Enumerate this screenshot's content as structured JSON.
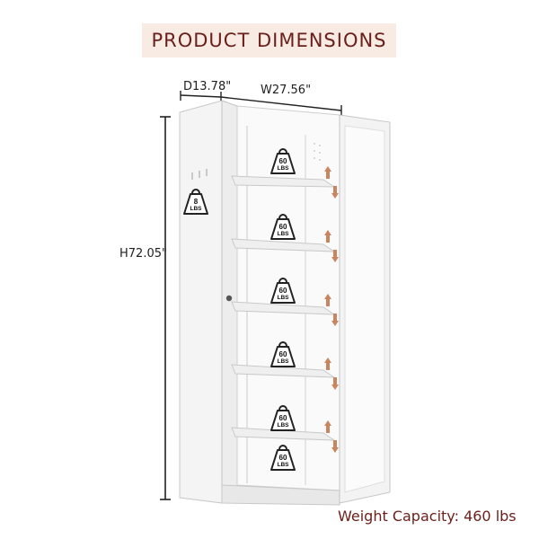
{
  "header": {
    "title": "PRODUCT DIMENSIONS"
  },
  "dimensions": {
    "depth": "D13.78\"",
    "width": "W27.56\"",
    "height": "H72.05\""
  },
  "door_hook_weight": {
    "value": "8",
    "unit": "LBS"
  },
  "shelf_weights": [
    {
      "value": "60",
      "unit": "LBS"
    },
    {
      "value": "60",
      "unit": "LBS"
    },
    {
      "value": "60",
      "unit": "LBS"
    },
    {
      "value": "60",
      "unit": "LBS"
    },
    {
      "value": "60",
      "unit": "LBS"
    },
    {
      "value": "60",
      "unit": "LBS"
    }
  ],
  "footer": {
    "capacity": "Weight Capacity: 460 lbs"
  },
  "colors": {
    "title_text": "#6b1f1a",
    "title_bg": "#f7ebe4",
    "arrow": "#c9855d",
    "cabinet": "#f2f2f2"
  },
  "icons": {
    "weight": "kettlebell-weight-icon",
    "arrow": "up-down-arrow-icon"
  }
}
